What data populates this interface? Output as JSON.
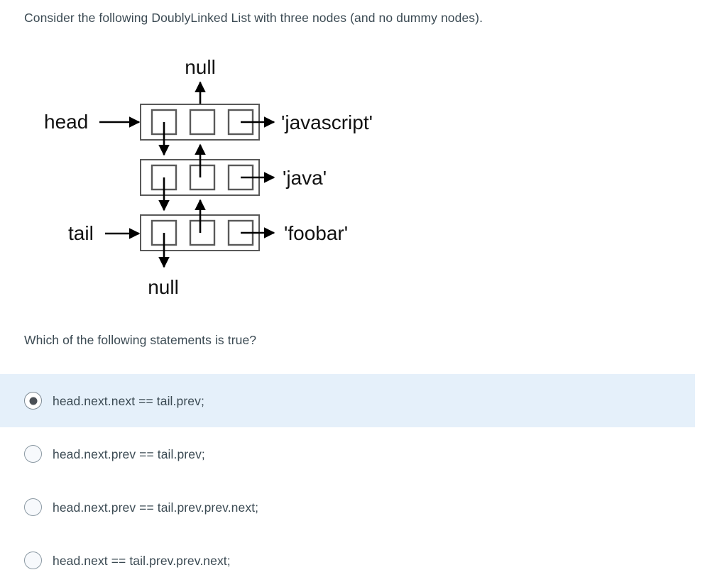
{
  "question": {
    "prompt": "Consider the following DoublyLinked List with three nodes (and no dummy nodes).",
    "subprompt": "Which of the following statements is true?"
  },
  "diagram": {
    "type": "doubly-linked-list",
    "top_null_label": "null",
    "bottom_null_label": "null",
    "head_label": "head",
    "tail_label": "tail",
    "nodes": [
      {
        "index": 0,
        "data_label": "'javascript'",
        "pointer_label": "head"
      },
      {
        "index": 1,
        "data_label": "'java'",
        "pointer_label": ""
      },
      {
        "index": 2,
        "data_label": "'foobar'",
        "pointer_label": "tail"
      }
    ],
    "cell_names": [
      "prev-cell",
      "next-cell",
      "data-cell"
    ],
    "line_color": "#000000",
    "box_border_color": "#595959"
  },
  "answers": {
    "options": [
      {
        "label": "head.next.next == tail.prev;",
        "selected": true
      },
      {
        "label": "head.next.prev == tail.prev;",
        "selected": false
      },
      {
        "label": "head.next.prev == tail.prev.prev.next;",
        "selected": false
      },
      {
        "label": "head.next == tail.prev.prev.next;",
        "selected": false
      }
    ],
    "selected_highlight_color": "#e5f0fa"
  }
}
